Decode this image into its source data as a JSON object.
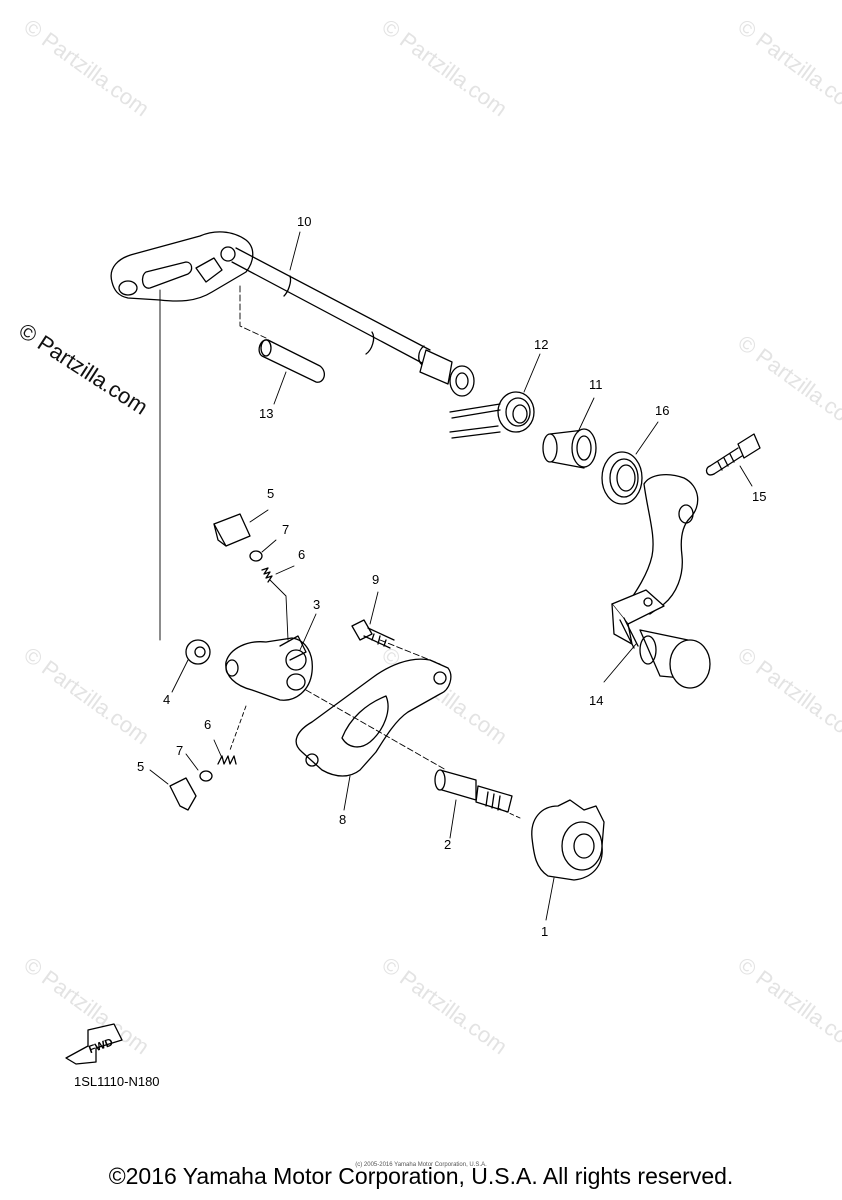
{
  "watermark_text": "© Partzilla.com",
  "side_watermark": "© Partzilla.com",
  "callouts": [
    "1",
    "2",
    "3",
    "4",
    "5",
    "6",
    "7",
    "8",
    "9",
    "10",
    "11",
    "12",
    "13",
    "14",
    "15",
    "16"
  ],
  "diagram_code": "1SL1110-N180",
  "fwd_label": "FWD",
  "copyright": "©2016 Yamaha Motor Corporation, U.S.A. All rights reserved.",
  "copyright_small": "(c) 2005-2016 Yamaha Motor Corporation, U.S.A."
}
